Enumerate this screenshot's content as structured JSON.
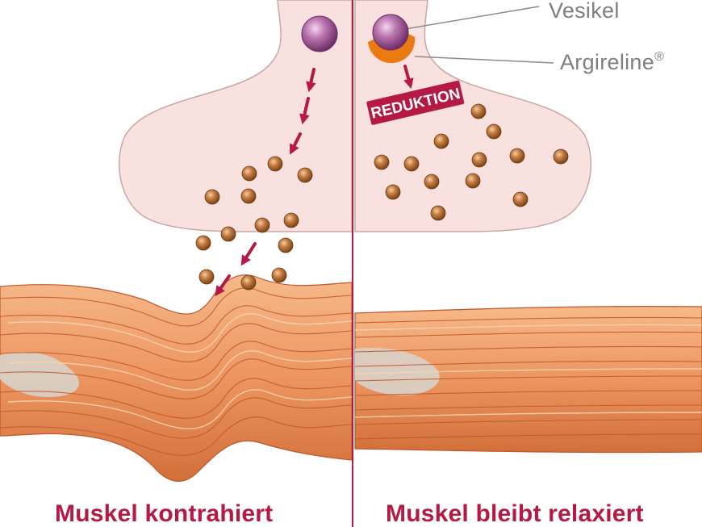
{
  "labels": {
    "vesicle": "Vesikel",
    "argireline": "Argireline",
    "argireline_mark": "®",
    "reduction_stamp": "REDUKTION",
    "left_caption": "Muskel kontrahiert",
    "right_caption": "Muskel bleibt relaxiert"
  },
  "colors": {
    "terminal_fill": "#f8e1df",
    "terminal_stroke": "#c9a7a6",
    "divider": "#b51a45",
    "arrow": "#b51a45",
    "vesicle": "#9b4f8f",
    "argireline_ring": "#ec7a12",
    "neurotransmitter": "#b7703a",
    "muscle": "#e9935b",
    "muscle_fibre": "#c0562a",
    "muscle_tendon": "#d9cfc4",
    "caption": "#b51a45",
    "label": "#7d7f82"
  },
  "icons": [
    "vesicle-icon",
    "neurotransmitter-icon",
    "arrow-icon",
    "argireline-ring-icon"
  ]
}
